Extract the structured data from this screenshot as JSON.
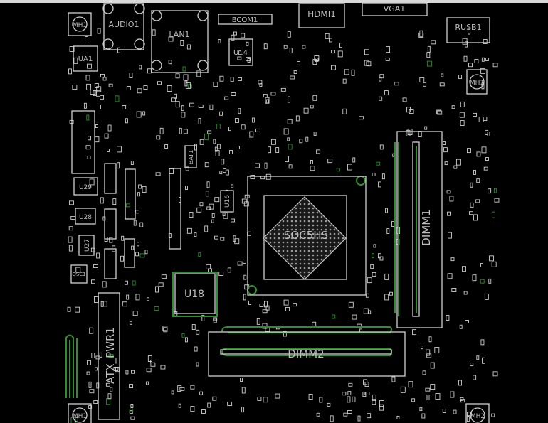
{
  "viewer": {
    "title": "PCB layout view"
  },
  "colors": {
    "background": "#000000",
    "outline": "#d0d0d0",
    "copper_green": "#2f8f2f"
  },
  "components": {
    "mh_top_left": "MH1",
    "audio": "AUDIO1",
    "lan": "LAN1",
    "bcom": "BCOM1",
    "hdmi": "HDMI1",
    "vga": "VGA1",
    "rusb": "RUSB1",
    "ua1": "UA1",
    "u14": "U14",
    "mh_top_right": "MH1",
    "u29": "U29",
    "u28": "U28",
    "u27": "U27",
    "osc": "OSC1",
    "bat": "BAT1",
    "u16": "U16",
    "u18": "U18",
    "soc": "SOC5HS",
    "dimm1": "DIMM1",
    "dimm2": "DIMM2",
    "atx": "ATX_PWR1",
    "mh_bottom_left": "MH1",
    "mh_bottom_right": "MH2"
  }
}
